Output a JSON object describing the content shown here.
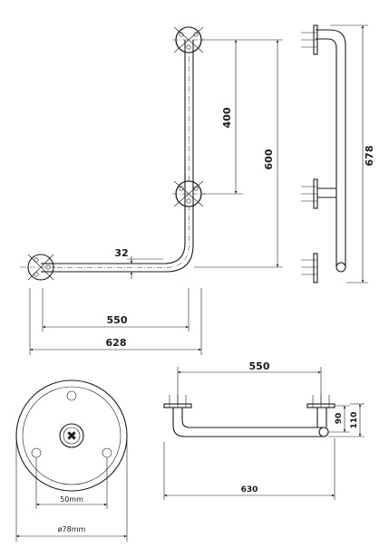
{
  "front_view": {
    "dim_vertical_inner": "400",
    "dim_vertical_outer": "600",
    "dim_tube": "32",
    "dim_horizontal_inner": "550",
    "dim_horizontal_outer": "628"
  },
  "side_view": {
    "dim_height": "678"
  },
  "rosette_view": {
    "dim_hole_spacing": "50mm",
    "dim_diameter": "ø78mm"
  },
  "top_view": {
    "dim_inner": "550",
    "dim_outer": "630",
    "dim_depth_inner": "90",
    "dim_depth_outer": "110"
  }
}
